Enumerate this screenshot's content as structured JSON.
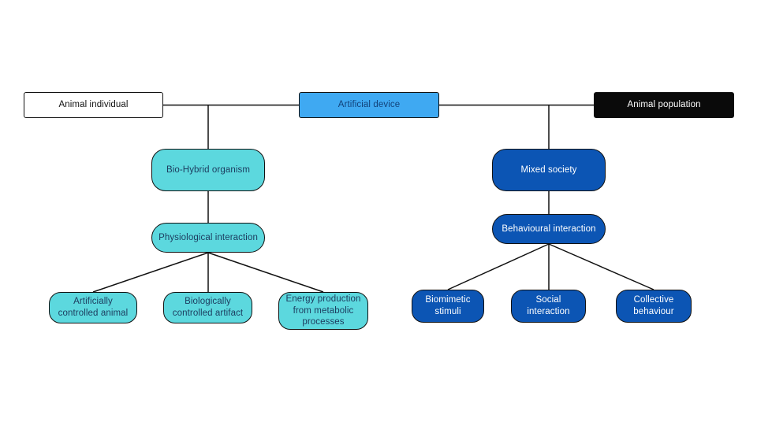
{
  "diagram": {
    "nodes": {
      "animal_individual": {
        "label": "Animal individual"
      },
      "artificial_device": {
        "label": "Artificial device"
      },
      "animal_population": {
        "label": "Animal population"
      },
      "bio_hybrid_organism": {
        "label": "Bio-Hybrid organism"
      },
      "mixed_society": {
        "label": "Mixed society"
      },
      "physiological_interaction": {
        "label": "Physiological interaction"
      },
      "behavioural_interaction": {
        "label": "Behavioural interaction"
      },
      "artificially_controlled_animal": {
        "label": "Artificially\ncontrolled animal"
      },
      "biologically_controlled_artifact": {
        "label": "Biologically\ncontrolled artifact"
      },
      "energy_production": {
        "label": "Energy production\nfrom metabolic\nprocesses"
      },
      "biomimetic_stimuli": {
        "label": "Biomimetic\nstimuli"
      },
      "social_interaction": {
        "label": "Social\ninteraction"
      },
      "collective_behaviour": {
        "label": "Collective\nbehaviour"
      }
    },
    "colors": {
      "cyan": "#5CD8DE",
      "dark_blue": "#0C55B4",
      "light_blue": "#3FA9F2",
      "black": "#0A0A0A",
      "white": "#ffffff",
      "navy_text": "#1C3B5E",
      "device_text": "#12427A",
      "line": "#111111"
    }
  }
}
